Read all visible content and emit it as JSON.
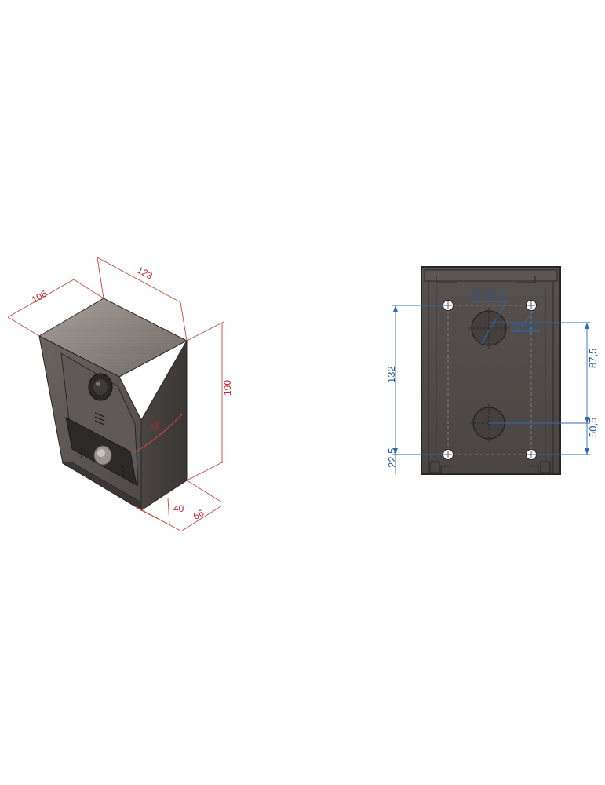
{
  "iso_view": {
    "dimensions": {
      "width": "123",
      "depth_top": "106",
      "height": "190",
      "angle": "18°",
      "bottom_depth_small": "40",
      "bottom_depth": "66"
    }
  },
  "back_view": {
    "dimensions": {
      "vertical_total": "132",
      "hole_large": "∅ 28,2",
      "hole_small": "∅ 10",
      "right_upper": "87,5",
      "right_lower": "50,5",
      "left_bottom": "22,5"
    }
  },
  "colors": {
    "dimension_red": "#c0282f",
    "dimension_blue": "#1f5a9c",
    "housing_dark": "#3f3b39",
    "housing_mid": "#5b5654",
    "top_brushed": "#8f8882"
  }
}
